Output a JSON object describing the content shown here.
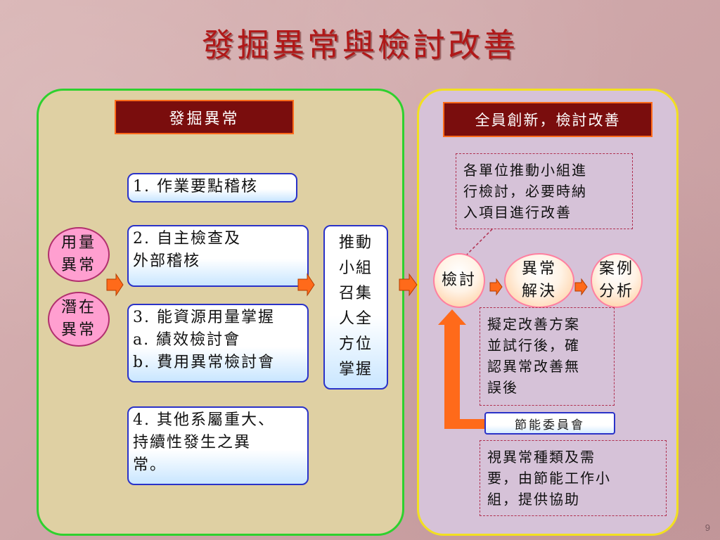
{
  "title": "發掘異常與檢討改善",
  "left_panel": {
    "header": "發掘異常",
    "source_circles": [
      {
        "label": "用量\n異常"
      },
      {
        "label": "潛在\n異常"
      }
    ],
    "items": [
      {
        "text": "1. 作業要點稽核"
      },
      {
        "text": "2. 自主檢查及\n   外部稽核"
      },
      {
        "text": "3. 能資源用量掌握\na. 績效檢討會\nb. 費用異常檢討會"
      },
      {
        "text": "4. 其他系屬重大、\n持續性發生之異\n常。"
      }
    ],
    "action_box": "推動\n小組\n召集\n人全\n方位\n掌握"
  },
  "right_panel": {
    "header": "全員創新，檢討改善",
    "note_top": "各單位推動小組進\n行檢討，必要時納\n入項目進行改善",
    "flow": [
      {
        "label": "檢討"
      },
      {
        "label": "異常\n解決"
      },
      {
        "label": "案例\n分析"
      }
    ],
    "note_middle": "擬定改善方案\n並試行後，確\n認異常改善無\n誤後",
    "committee_label": "節能委員會",
    "note_bottom": "視異常種類及需\n要，由節能工作小\n組，提供協助"
  },
  "page_number": "9",
  "colors": {
    "title": "#b01818",
    "left_border": "#2ed12e",
    "right_border": "#f2e020",
    "header_bg": "#7a0d0d",
    "arrow": "#ff6a1a"
  }
}
